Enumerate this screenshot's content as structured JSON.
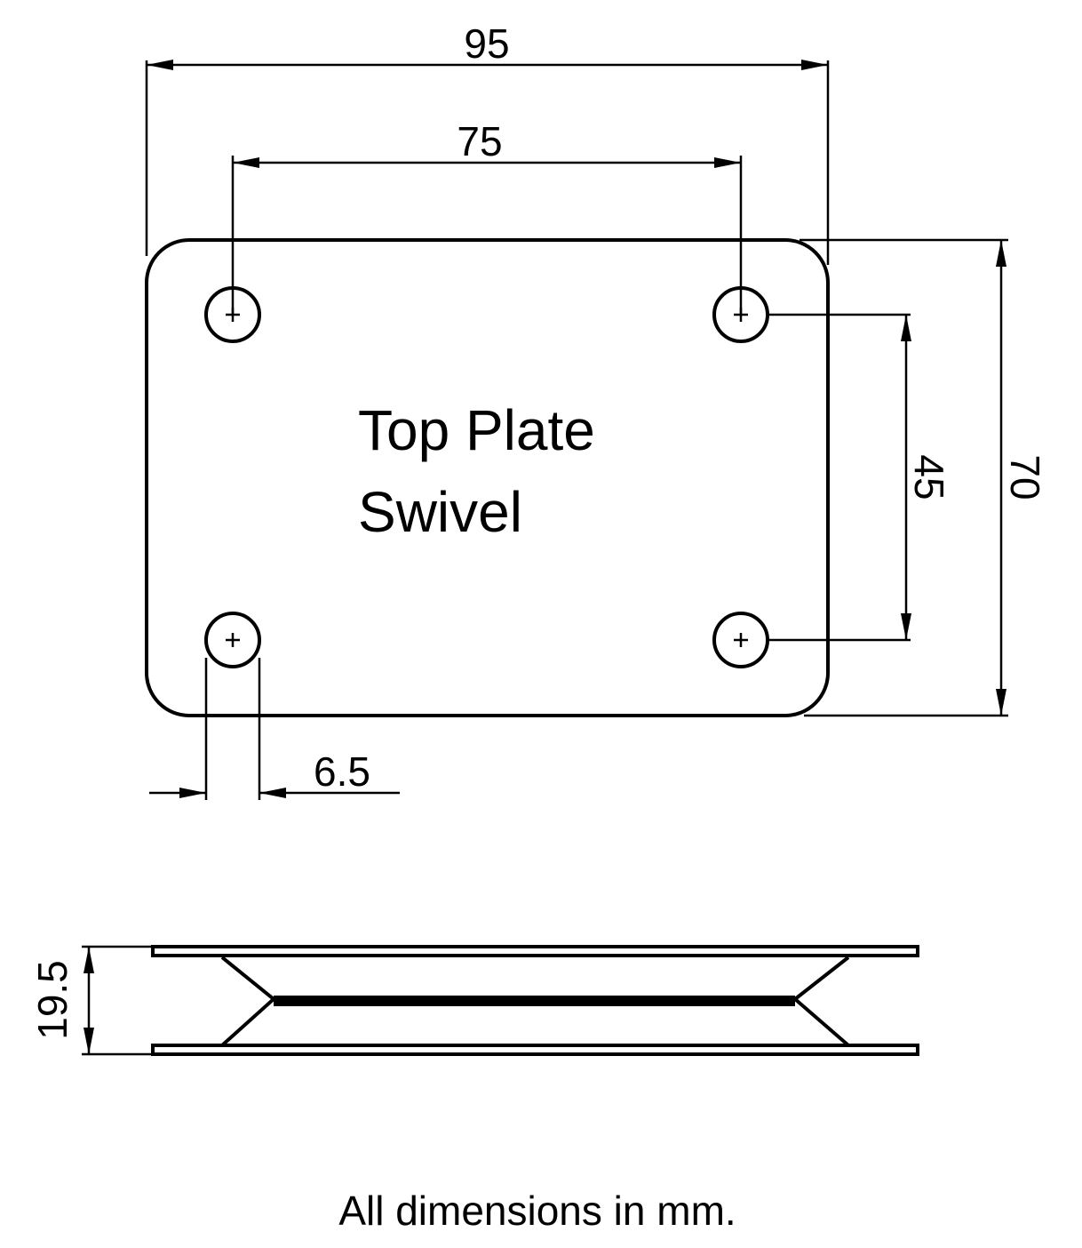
{
  "title": {
    "line1": "Top Plate",
    "line2": "Swivel"
  },
  "dimensions": {
    "overall_length": "95",
    "hole_spacing_length": "75",
    "hole_spacing_width": "45",
    "overall_width": "70",
    "hole_diameter": "6.5",
    "height": "19.5"
  },
  "footer": "All dimensions in mm."
}
